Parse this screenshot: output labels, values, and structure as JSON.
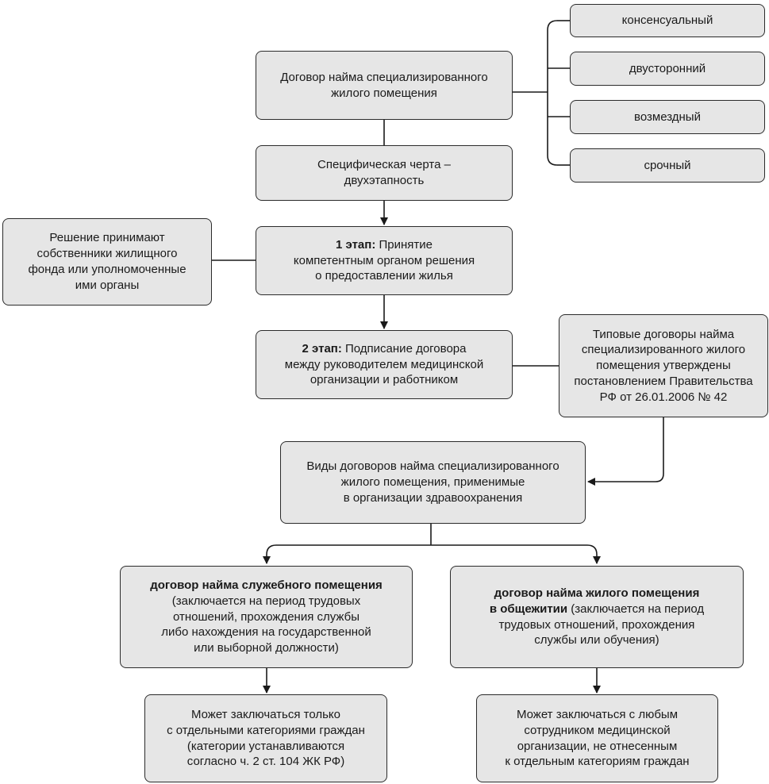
{
  "colors": {
    "box_fill": "#e6e6e6",
    "box_border": "#2b2b2b",
    "connector": "#1a1a1a",
    "text": "#1a1a1a"
  },
  "diagram": {
    "main_contract": {
      "lines": [
        "Договор найма специализированного",
        "жилого помещения"
      ]
    },
    "features": [
      "консенсуальный",
      "двусторонний",
      "возмездный",
      "срочный"
    ],
    "specific_feature": {
      "lines": [
        "Специфическая черта –",
        "двухэтапность"
      ]
    },
    "decision_makers": {
      "lines": [
        "Решение принимают",
        "собственники жилищного",
        "фонда или уполномоченные",
        "ими органы"
      ]
    },
    "stage1": {
      "bold": "1 этап:",
      "rest_first": " Принятие",
      "lines": [
        "компетентным органом решения",
        "о предоставлении жилья"
      ]
    },
    "stage2": {
      "bold": "2 этап:",
      "rest_first": " Подписание договора",
      "lines": [
        "между руководителем медицинской",
        "организации и работником"
      ]
    },
    "typical_contracts": {
      "lines": [
        "Типовые договоры найма",
        "специализированного жилого",
        "помещения утверждены",
        "постановлением Правительства",
        "РФ от 26.01.2006 № 42"
      ]
    },
    "contract_types": {
      "lines": [
        "Виды договоров найма специализированного",
        "жилого помещения, применимые",
        "в организации здравоохранения"
      ]
    },
    "service_contract": {
      "bold": "договор найма служебного помещения",
      "lines": [
        "(заключается на период трудовых",
        "отношений, прохождения службы",
        "либо нахождения на государственной",
        "или выборной должности)"
      ]
    },
    "dormitory_contract": {
      "bold_line1": "договор найма жилого помещения",
      "bold_line2": "в общежитии",
      "rest_line2": " (заключается на период",
      "lines": [
        "трудовых отношений, прохождения",
        "службы или обучения)"
      ]
    },
    "service_note": {
      "lines": [
        "Может заключаться только",
        "с отдельными категориями граждан",
        "(категории устанавливаются",
        "согласно ч. 2 ст. 104 ЖК РФ)"
      ]
    },
    "dormitory_note": {
      "lines": [
        "Может заключаться с любым",
        "сотрудником медицинской",
        "организации, не отнесенным",
        "к отдельным категориям граждан"
      ]
    }
  }
}
